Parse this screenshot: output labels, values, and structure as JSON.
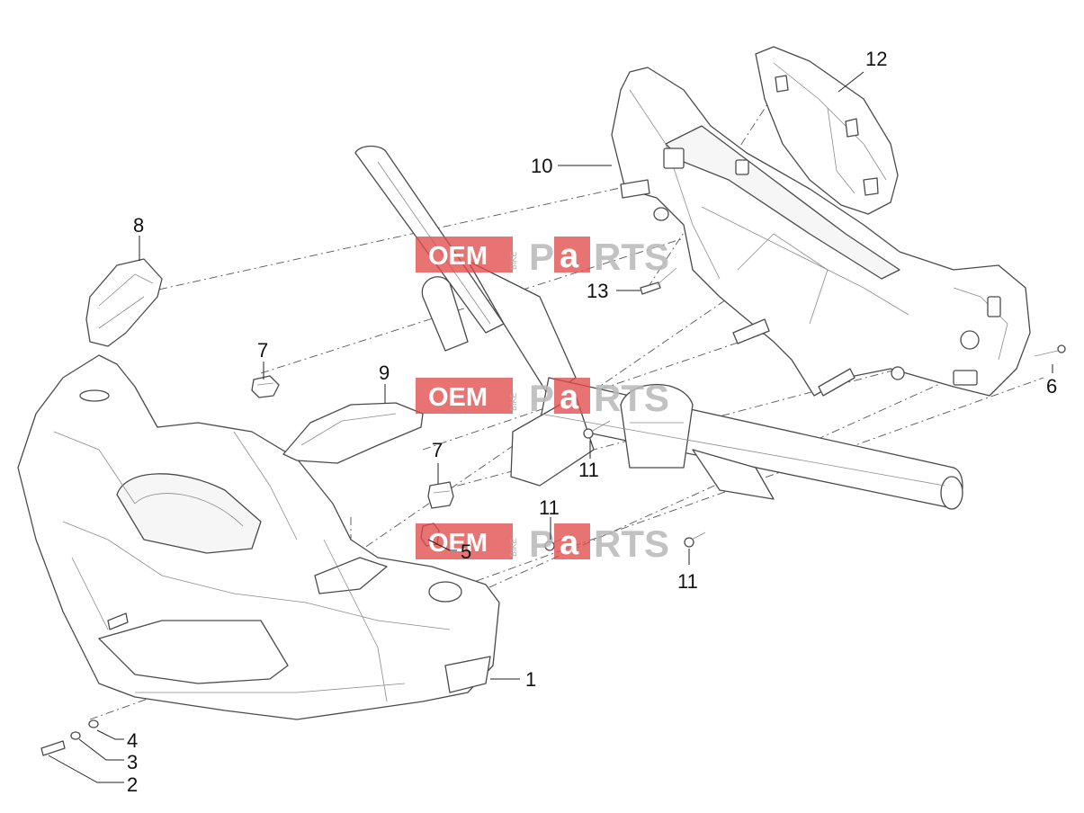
{
  "callouts": {
    "c1": "1",
    "c2": "2",
    "c3": "3",
    "c4": "4",
    "c5": "5",
    "c6": "6",
    "c7a": "7",
    "c7b": "7",
    "c8": "8",
    "c9": "9",
    "c10": "10",
    "c11a": "11",
    "c11b": "11",
    "c11c": "11",
    "c12": "12",
    "c13": "13"
  },
  "watermark": {
    "brand_left": "OEM",
    "brand_small": "BIKE",
    "brand_p": "P",
    "brand_a": "a",
    "brand_rts": "RTS"
  },
  "colors": {
    "watermark_red": "#e14b4b",
    "line": "#4a4a4a"
  }
}
